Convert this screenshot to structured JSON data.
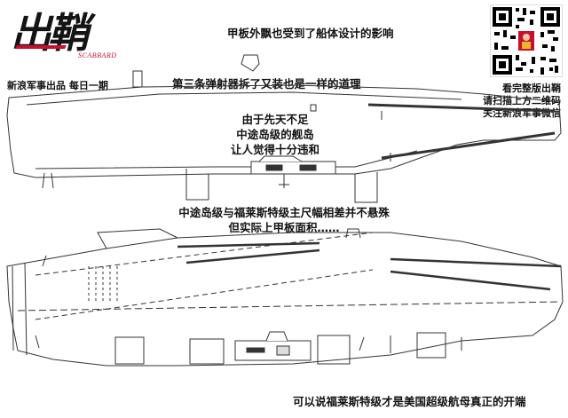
{
  "brand": {
    "logo_text": "出鞘",
    "logo_sub": "SCABBARD",
    "publisher_line": "新浪军事出品 每日一期"
  },
  "captions": {
    "deck_float": "甲板外飘也受到了船体设计的影响",
    "catapult": "第三条弹射器拆了又装也是一样的道理",
    "island": [
      "由于先天不足",
      "中途岛级的舰岛",
      "让人觉得十分违和"
    ],
    "size": [
      "中途岛级与福莱斯特级主尺幅相差并不悬殊",
      "但实际上甲板面积……"
    ],
    "conclusion": "可以说福莱斯特级才是美国超级航母真正的开端"
  },
  "qr_note": [
    "看完整版出鞘",
    "请扫描上方二维码",
    "关注新浪军事微信"
  ],
  "colors": {
    "line": "#333333",
    "brand_red": "#c8102e"
  }
}
